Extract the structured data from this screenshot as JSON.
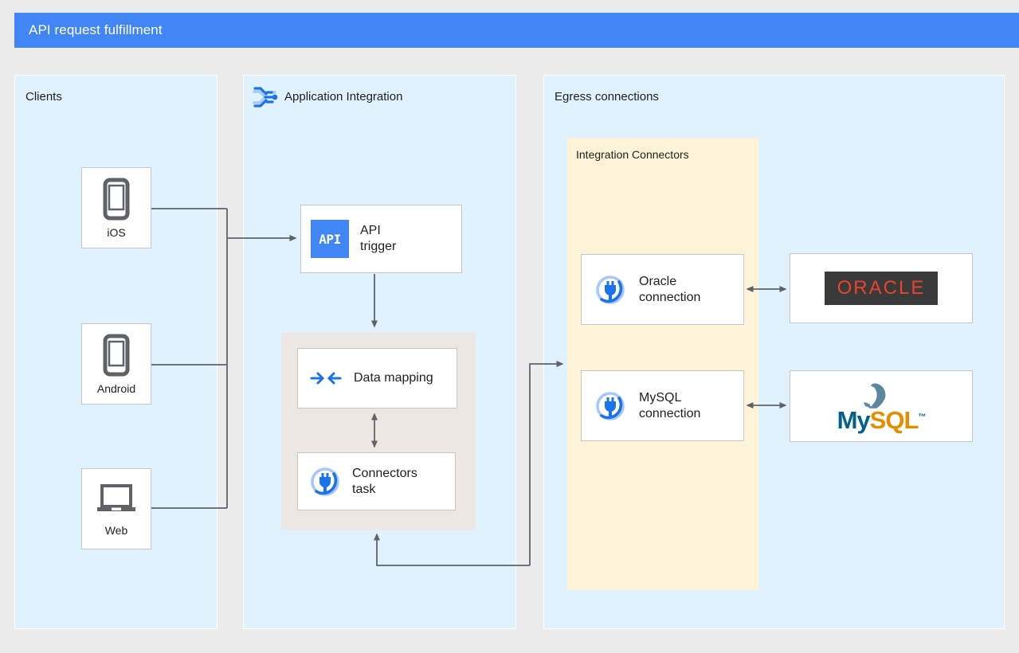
{
  "header": {
    "title": "API request fulfillment",
    "bar_color": "#4285f4"
  },
  "panels": {
    "clients": {
      "label": "Clients",
      "bg_color": "#e0f2fd"
    },
    "application_integration": {
      "label": "Application Integration",
      "icon": "application-integration-icon",
      "bg_color": "#e0f2fd"
    },
    "egress": {
      "label": "Egress connections",
      "bg_color": "#e0f2fd"
    },
    "integration_connectors": {
      "label": "Integration Connectors",
      "bg_color": "#fdf3d8"
    }
  },
  "clients": [
    {
      "label": "iOS",
      "icon": "phone-icon"
    },
    {
      "label": "Android",
      "icon": "phone-icon"
    },
    {
      "label": "Web",
      "icon": "laptop-icon"
    }
  ],
  "integration_tasks": [
    {
      "label": "API\ntrigger",
      "icon": "api-trigger-icon"
    },
    {
      "label": "Data mapping",
      "icon": "data-mapping-icon"
    },
    {
      "label": "Connectors\ntask",
      "icon": "connectors-plug-icon"
    }
  ],
  "connections": [
    {
      "label": "Oracle\nconnection",
      "icon": "connectors-plug-icon"
    },
    {
      "label": "MySQL\nconnection",
      "icon": "connectors-plug-icon"
    }
  ],
  "backends": [
    {
      "name": "ORACLE",
      "logo": "oracle-logo",
      "text_color": "#e8442c",
      "bg_color": "#3a3a3a"
    },
    {
      "name": "MySQL",
      "logo": "mysql-logo",
      "text_color_primary": "#00618a",
      "text_color_secondary": "#e48e00"
    }
  ],
  "mysql_logo_parts": {
    "my": "My",
    "sql": "SQL",
    "tm": "™"
  },
  "colors": {
    "page_bg": "#ececec",
    "panel_bg": "#e0f2fd",
    "yellow_bg": "#fdf3d8",
    "grey_group_bg": "#ece7e3",
    "card_border": "#c6c6c6",
    "wire": "#5f6368",
    "icon_blue": "#1a73e8",
    "icon_blue_light": "#a8c7fa",
    "device_grey": "#5f6368"
  }
}
